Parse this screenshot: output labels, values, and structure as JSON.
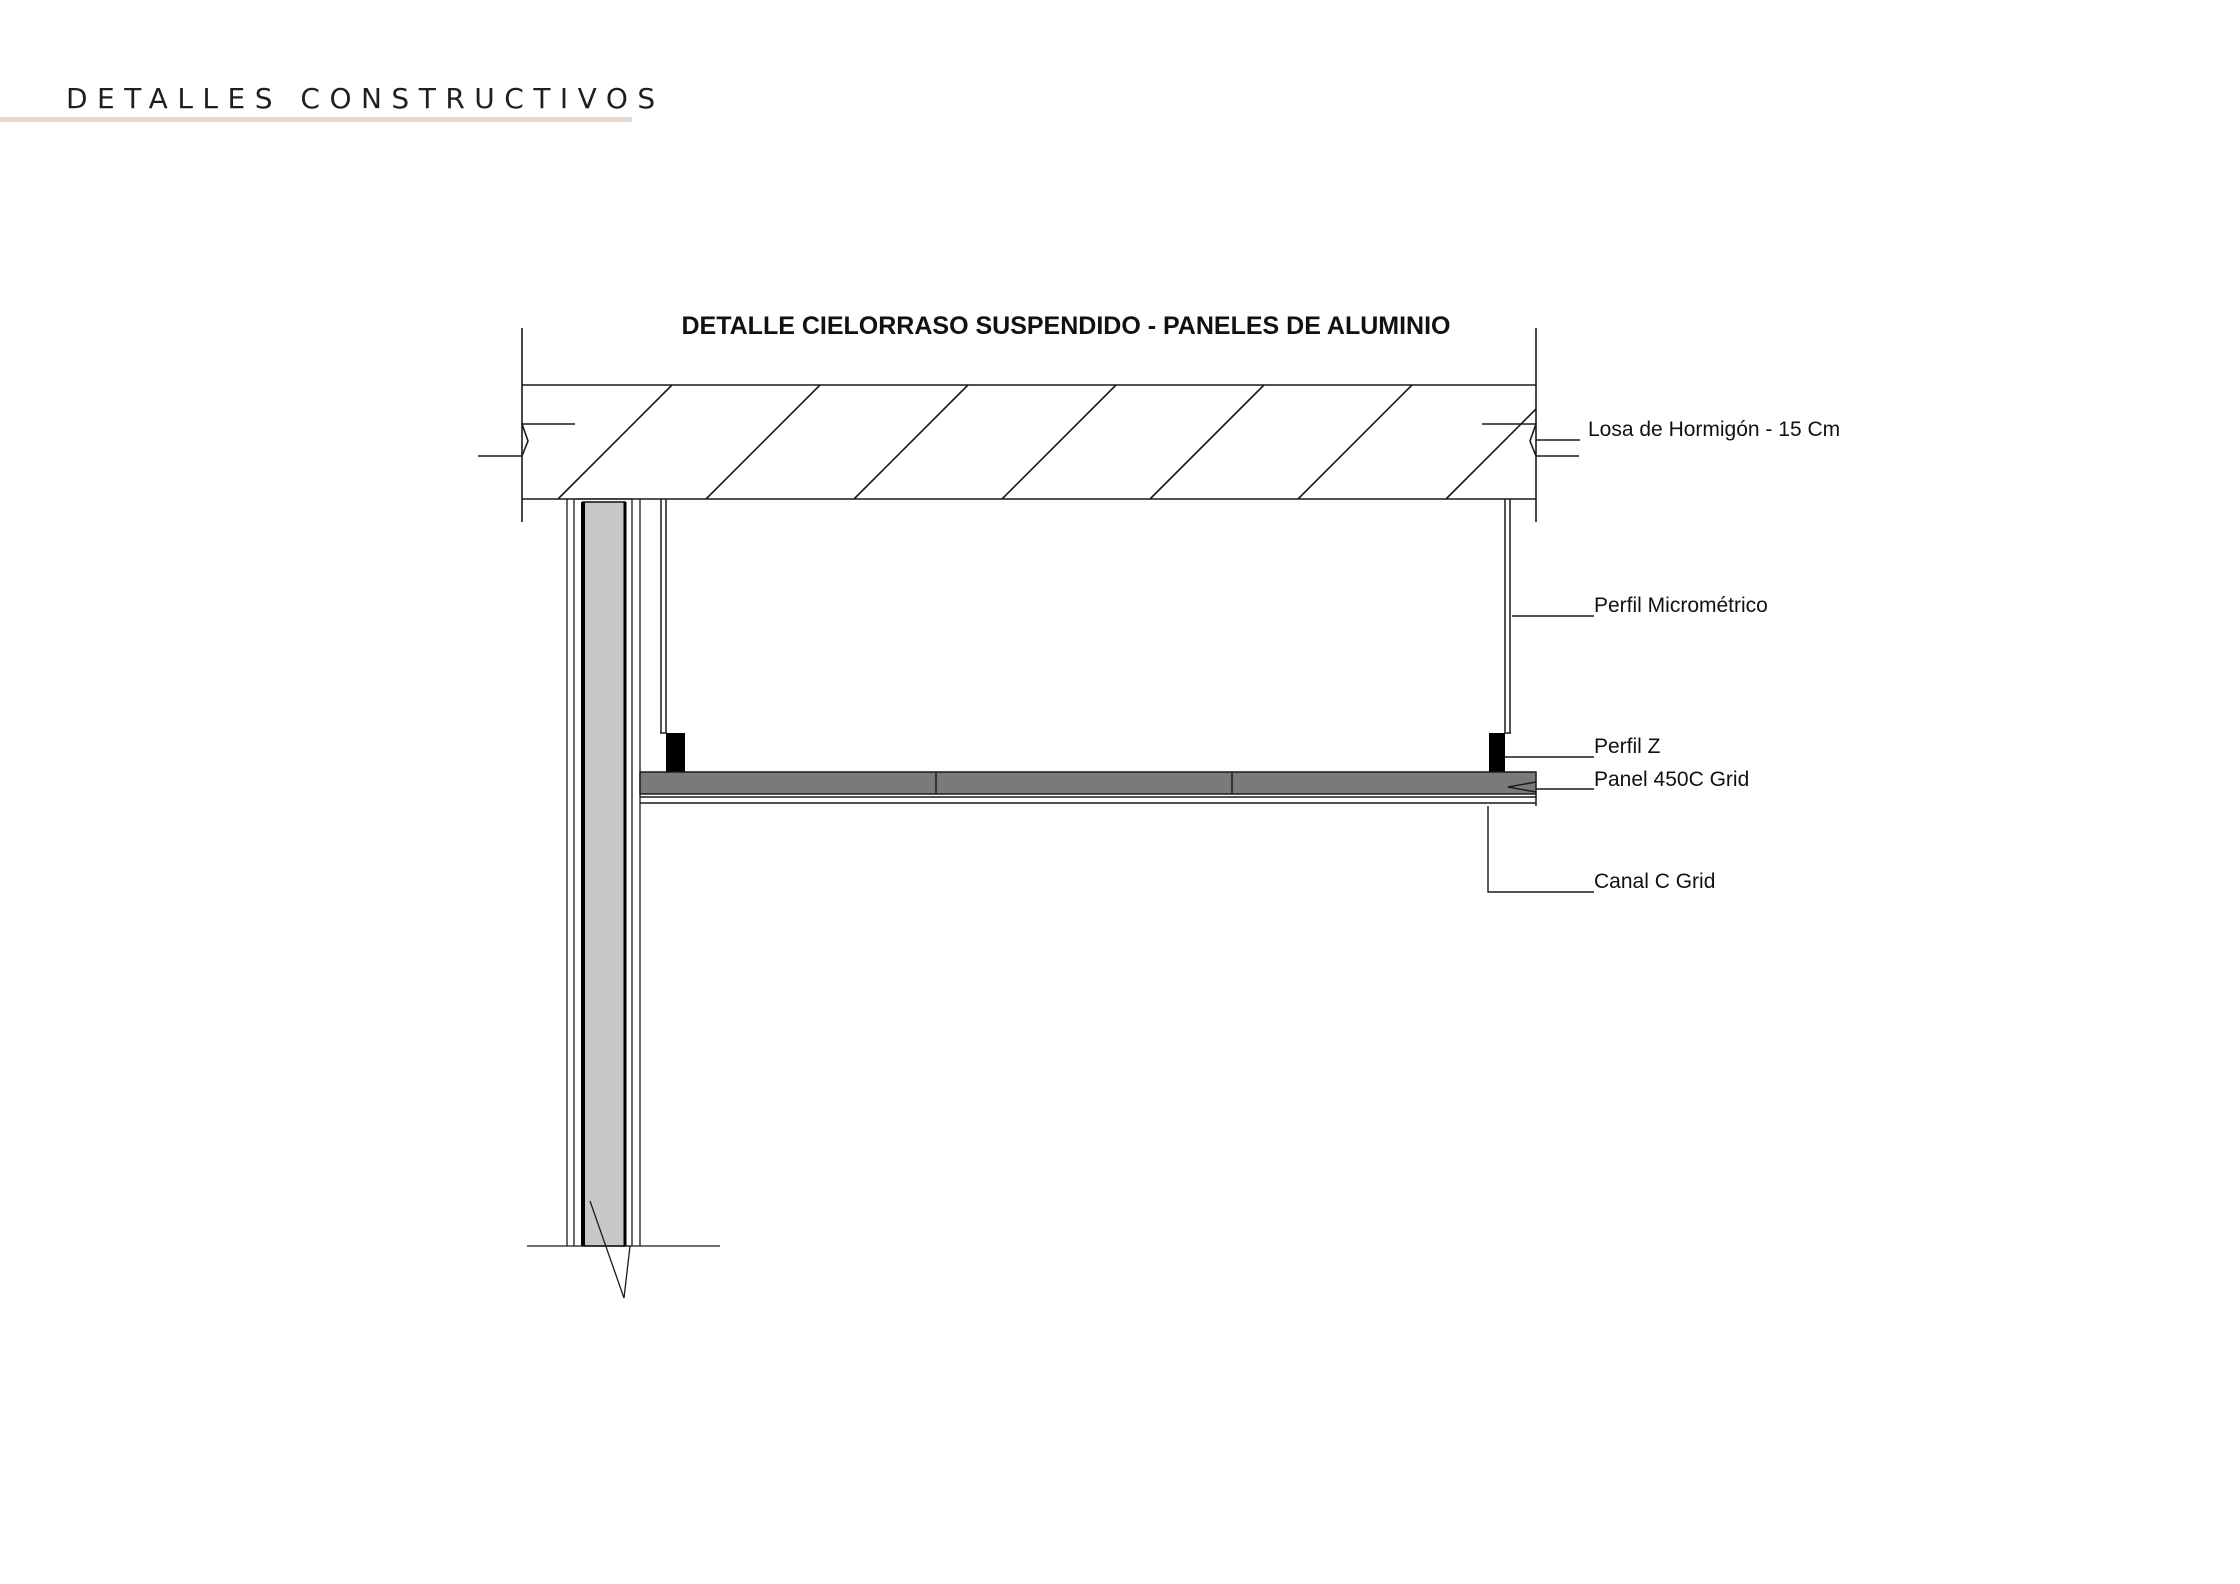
{
  "header": {
    "title": "DETALLES CONSTRUCTIVOS",
    "accent_color": "#e9d6d0"
  },
  "detail": {
    "title": "DETALLE CIELORRASO SUSPENDIDO - PANELES DE ALUMINIO",
    "labels": {
      "slab": "Losa de Hormigón - 15 Cm",
      "micrometric_profile": "Perfil Micrométrico",
      "z_profile": "Perfil Z",
      "panel": "Panel 450C Grid",
      "channel": "Canal C Grid"
    },
    "colors": {
      "line": "#1a1a1a",
      "wall_fill": "#c8c8c8",
      "panel_fill": "#7a7a7a",
      "clip_fill": "#000000"
    }
  }
}
